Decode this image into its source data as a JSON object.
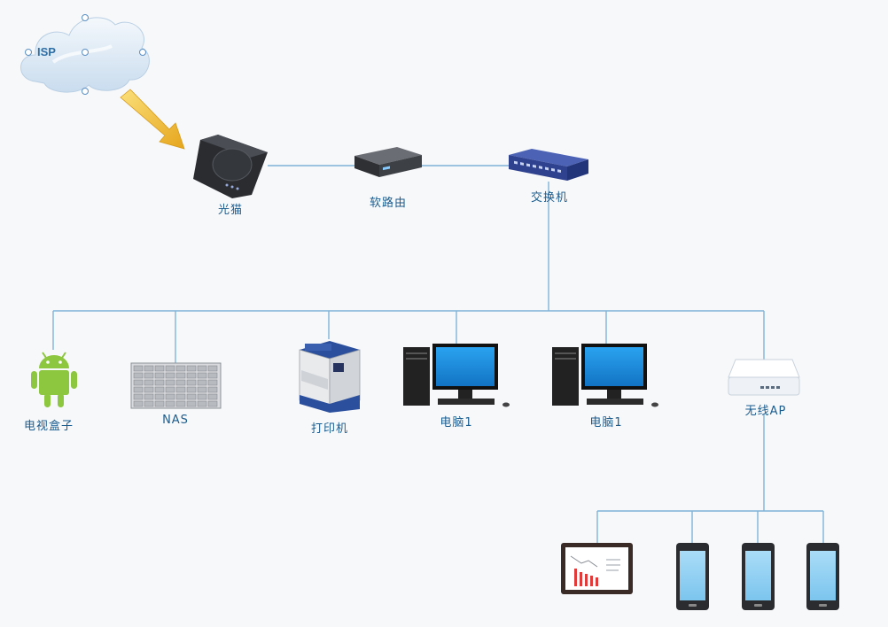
{
  "cloud": {
    "label": "ISP"
  },
  "nodes": {
    "modem": {
      "label": "光猫",
      "icon": "modem-icon"
    },
    "router": {
      "label": "软路由",
      "icon": "router-icon"
    },
    "switch": {
      "label": "交换机",
      "icon": "switch-icon"
    },
    "tvbox": {
      "label": "电视盒子",
      "icon": "android-icon"
    },
    "nas": {
      "label": "NAS",
      "icon": "nas-rack-icon"
    },
    "printer": {
      "label": "打印机",
      "icon": "printer-icon"
    },
    "pc1": {
      "label": "电脑1",
      "icon": "desktop-computer-icon"
    },
    "pc2": {
      "label": "电脑1",
      "icon": "desktop-computer-icon"
    },
    "ap": {
      "label": "无线AP",
      "icon": "wireless-ap-icon"
    }
  },
  "wireless_clients": [
    {
      "icon": "tablet-chart-icon"
    },
    {
      "icon": "smartphone-icon"
    },
    {
      "icon": "smartphone-icon"
    },
    {
      "icon": "smartphone-icon"
    }
  ],
  "colors": {
    "line": "#7fb3d8",
    "label": "#1b5c8e",
    "arrow": "#f0b92a",
    "screen": "#1e8fe0",
    "switch": "#3b4f9c"
  }
}
